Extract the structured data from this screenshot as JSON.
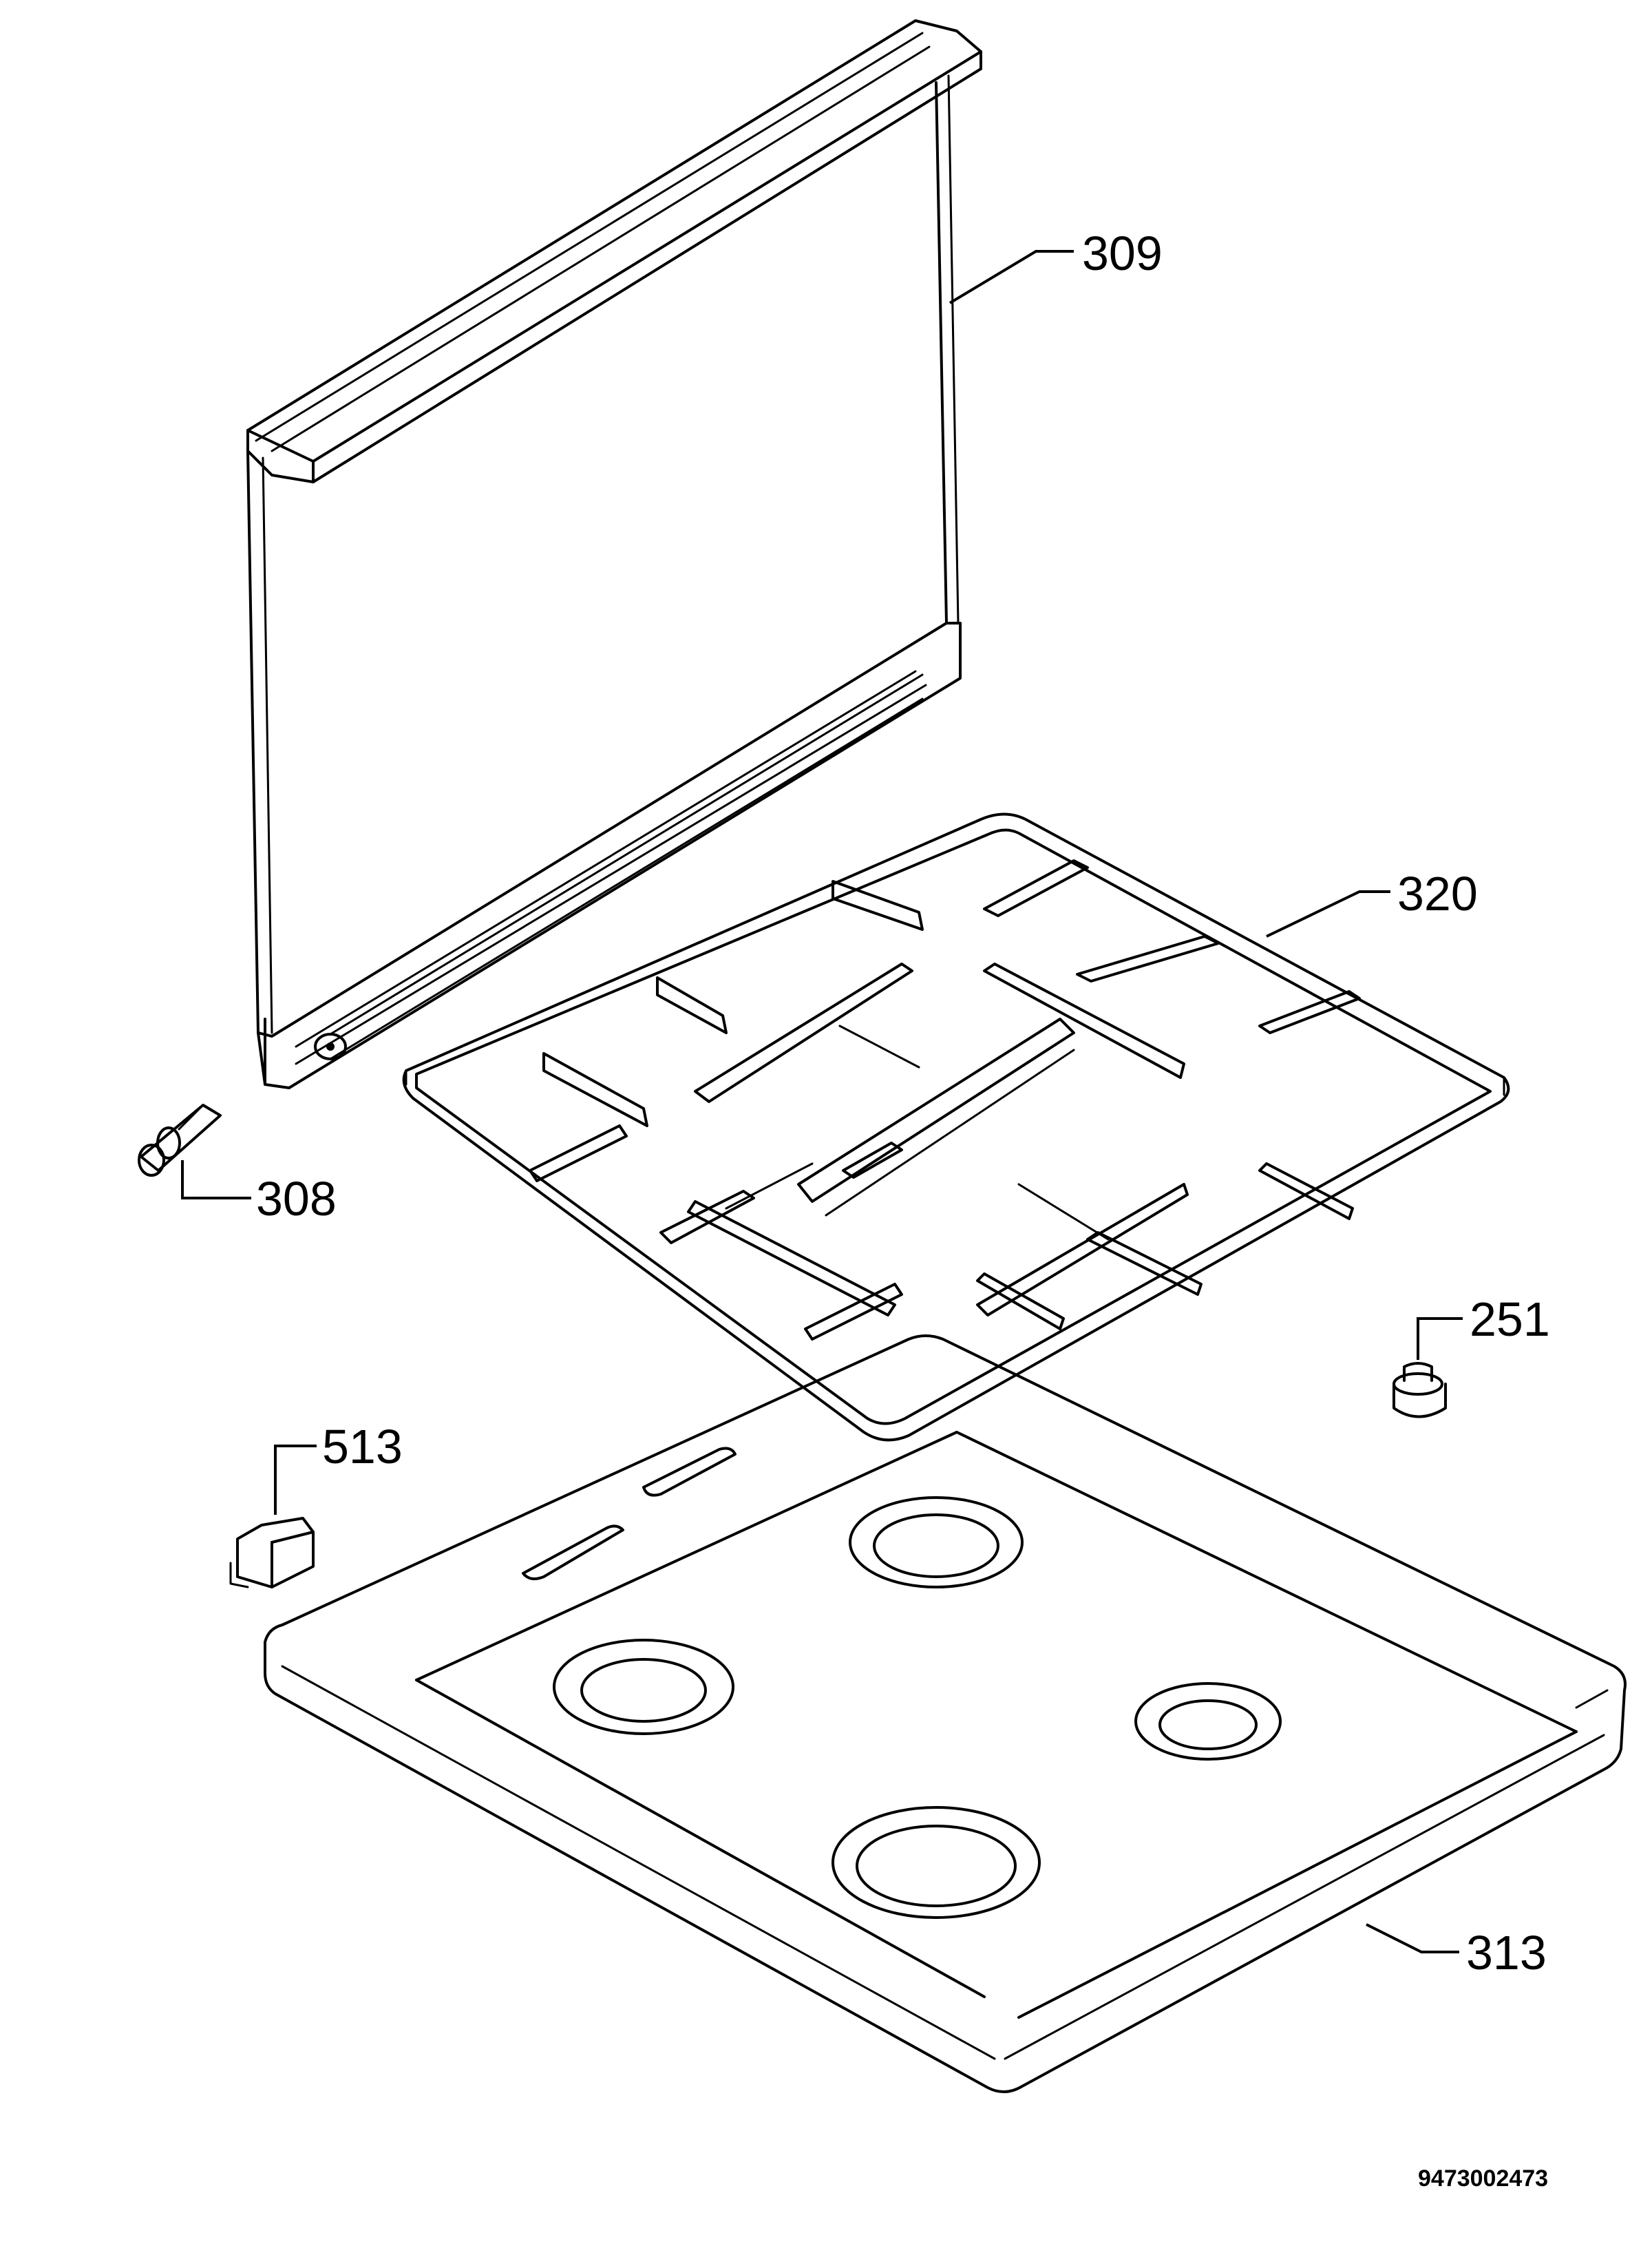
{
  "parts": [
    {
      "id": "309",
      "label": "309"
    },
    {
      "id": "320",
      "label": "320"
    },
    {
      "id": "308",
      "label": "308"
    },
    {
      "id": "251",
      "label": "251"
    },
    {
      "id": "513",
      "label": "513"
    },
    {
      "id": "313",
      "label": "313"
    }
  ],
  "document_number": "9473002473"
}
